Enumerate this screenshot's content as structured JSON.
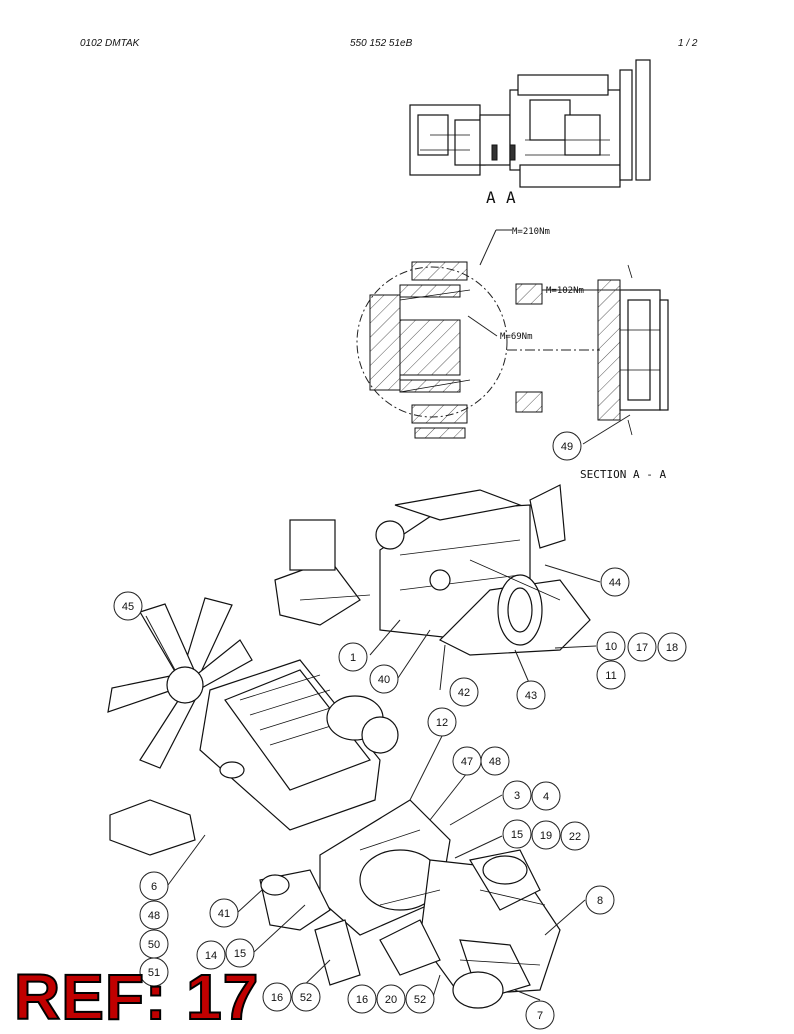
{
  "header": {
    "left": "0102 DMTAK",
    "center": "550 152 51eB",
    "right": "1 /  2"
  },
  "section_view": {
    "cut_letters": [
      "A",
      "A"
    ],
    "torque_1": "M=210Nm",
    "torque_2": "M=102Nm",
    "torque_3": "M=69Nm",
    "section_title": "SECTION  A - A"
  },
  "callouts": [
    "49",
    "44",
    "1",
    "40",
    "42",
    "43",
    "10",
    "17",
    "18",
    "11",
    "45",
    "12",
    "47",
    "48",
    "3",
    "4",
    "15",
    "19",
    "22",
    "6",
    "48",
    "41",
    "8",
    "50",
    "14",
    "15",
    "51",
    "16",
    "52",
    "16",
    "20",
    "52",
    "7"
  ],
  "ref_stamp": "REF: 17"
}
